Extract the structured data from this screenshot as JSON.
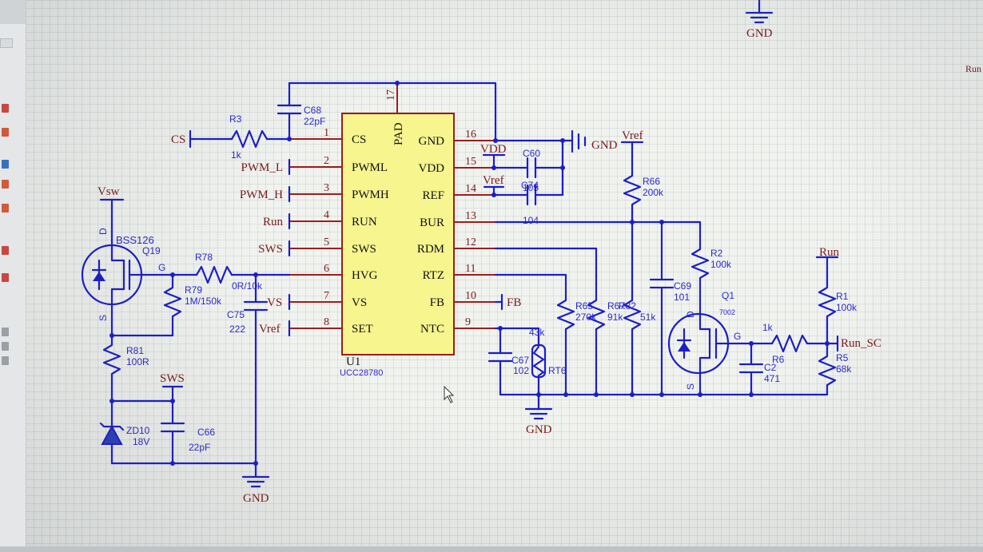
{
  "ic": {
    "ref": "U1",
    "part": "UCC28780",
    "pad_label": "PAD",
    "pins": [
      {
        "num": "1",
        "name": "CS"
      },
      {
        "num": "2",
        "name": "PWML"
      },
      {
        "num": "3",
        "name": "PWMH"
      },
      {
        "num": "4",
        "name": "RUN"
      },
      {
        "num": "5",
        "name": "SWS"
      },
      {
        "num": "6",
        "name": "HVG"
      },
      {
        "num": "7",
        "name": "VS"
      },
      {
        "num": "8",
        "name": "SET"
      },
      {
        "num": "16",
        "name": "GND"
      },
      {
        "num": "15",
        "name": "VDD"
      },
      {
        "num": "14",
        "name": "REF"
      },
      {
        "num": "13",
        "name": "BUR"
      },
      {
        "num": "12",
        "name": "RDM"
      },
      {
        "num": "11",
        "name": "RTZ"
      },
      {
        "num": "10",
        "name": "FB"
      },
      {
        "num": "9",
        "name": "NTC"
      },
      {
        "num": "17",
        "name": ""
      }
    ]
  },
  "nets": {
    "cs": "CS",
    "pwml": "PWM_L",
    "pwmh": "PWM_H",
    "run": "Run",
    "sws": "SWS",
    "vs": "VS",
    "vref_set": "Vref",
    "gnd_top": "GND",
    "vdd": "VDD",
    "gnd_right": "GND",
    "vref_cap": "Vref",
    "vref_r66": "Vref",
    "fb": "FB",
    "vsw": "Vsw",
    "sws_bottom": "SWS",
    "gnd_bottom": "GND",
    "gnd_ntc": "GND",
    "run_right": "Run",
    "run_sc": "Run_SC",
    "run_edge": "Run"
  },
  "components": {
    "r3": {
      "ref": "R3",
      "value": "1k"
    },
    "c68": {
      "ref": "C68",
      "value": "22pF"
    },
    "c60": {
      "ref": "C60",
      "value": "105"
    },
    "c74": {
      "ref": "C74",
      "value": "104"
    },
    "r66": {
      "ref": "R66",
      "value": "200k"
    },
    "q19": {
      "ref": "Q19",
      "part": "BSS126",
      "d": "D",
      "s": "S",
      "g": "G"
    },
    "r78": {
      "ref": "R78",
      "value": "0R/10k"
    },
    "r79": {
      "ref": "R79",
      "value": "1M/150k"
    },
    "c75": {
      "ref": "C75",
      "value": "222"
    },
    "r81": {
      "ref": "R81",
      "value": "100R"
    },
    "zd10": {
      "ref": "ZD10",
      "value": "18V"
    },
    "c66": {
      "ref": "C66",
      "value": "22pF"
    },
    "c67": {
      "ref": "C67",
      "value": "102"
    },
    "rt6": {
      "ref": "RT6",
      "value": "43k"
    },
    "r65": {
      "ref": "R65",
      "value": "270k"
    },
    "r67": {
      "ref": "R67",
      "value": "91k"
    },
    "r82": {
      "ref": "R82",
      "value": "51k"
    },
    "c69": {
      "ref": "C69",
      "value": "101"
    },
    "r2": {
      "ref": "R2",
      "value": "100k"
    },
    "q1": {
      "ref": "Q1",
      "part": "7002",
      "d": "D",
      "s": "S",
      "g": "G"
    },
    "r6": {
      "ref": "R6",
      "value": "1k"
    },
    "c2": {
      "ref": "C2",
      "value": "471"
    },
    "r1": {
      "ref": "R1",
      "value": "100k"
    },
    "r5": {
      "ref": "R5",
      "value": "68k"
    }
  }
}
